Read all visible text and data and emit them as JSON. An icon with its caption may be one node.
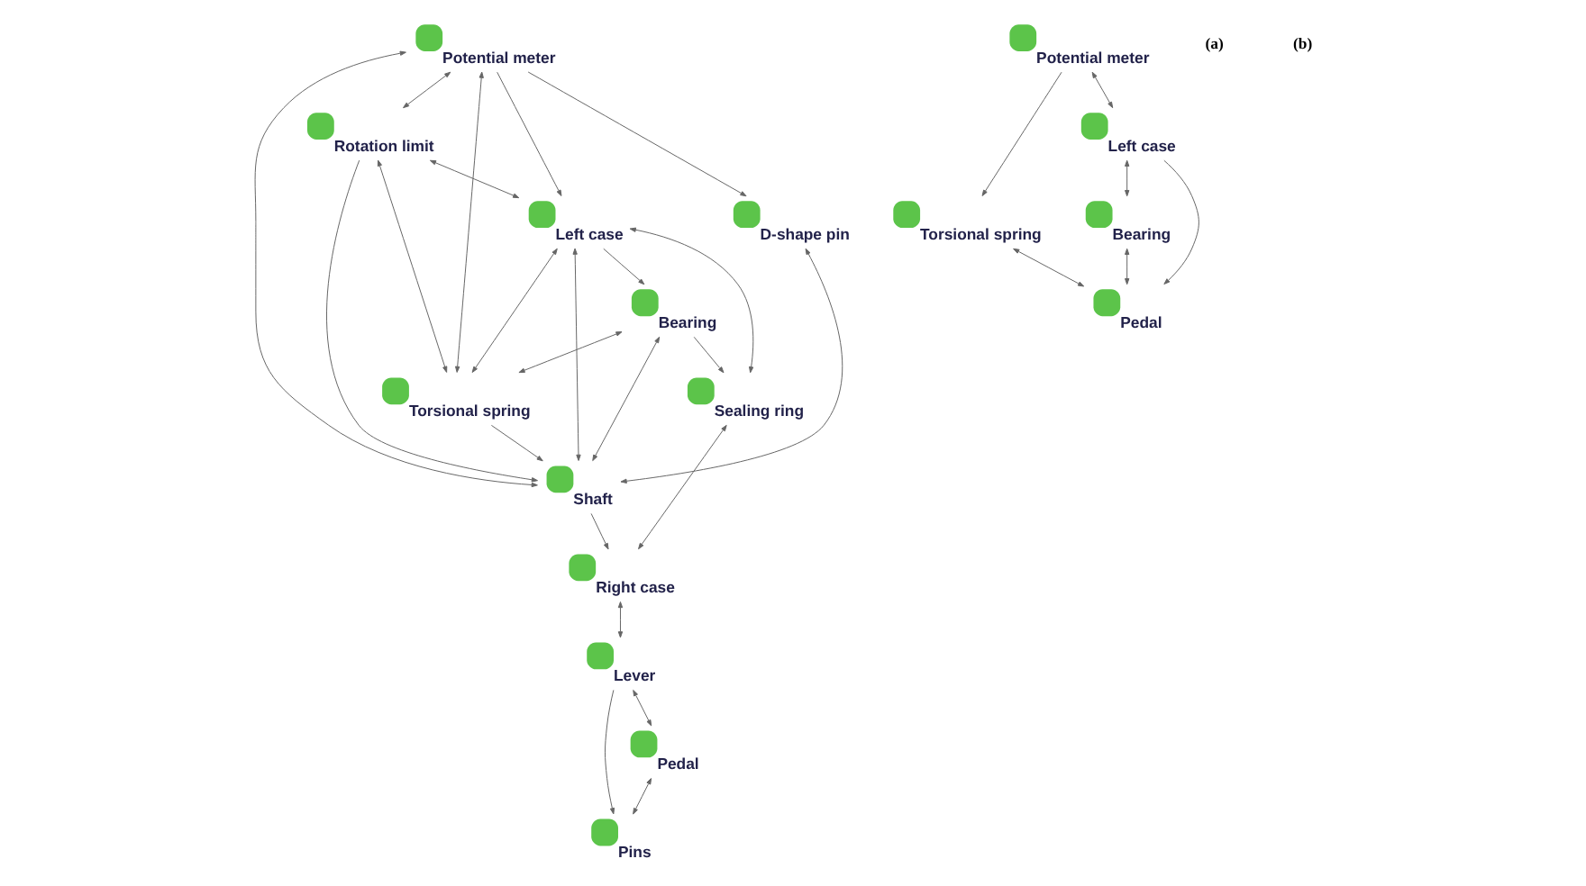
{
  "diagram": {
    "nodes": [
      {
        "text": [
          "Potential meter"
        ]
      },
      {
        "text": [
          "Rotation limit"
        ]
      },
      {
        "text": [
          "Left case"
        ]
      },
      {
        "text": [
          "Bearing"
        ]
      },
      {
        "text": [
          "D-shape pin"
        ]
      },
      {
        "text": [
          "Torsional spring"
        ]
      },
      {
        "text": [
          "Shaft"
        ]
      },
      {
        "text": [
          "Sealing ring"
        ]
      },
      {
        "text": [
          "Right case"
        ]
      },
      {
        "text": [
          "Lever"
        ]
      },
      {
        "text": [
          "Pedal"
        ]
      },
      {
        "text": [
          "Pins"
        ]
      },
      {
        "text": [
          "Potential meter"
        ]
      },
      {
        "text": [
          "Torsional spring"
        ]
      },
      {
        "text": [
          "Bearing"
        ]
      },
      {
        "text": [
          "Left case"
        ]
      },
      {
        "text": [
          "Pedal"
        ]
      }
    ],
    "edges": [
      {
        "from": 0,
        "to": 1,
        "arrow": "both"
      },
      {
        "from": 0,
        "to": 5,
        "arrow": "both"
      },
      {
        "from": 0,
        "to": 6,
        "arrow": "both"
      },
      {
        "from": 0,
        "to": 2,
        "arrow": "to"
      },
      {
        "from": 0,
        "to": 4,
        "arrow": "to"
      },
      {
        "from": 1,
        "to": 2,
        "arrow": "both"
      },
      {
        "from": 1,
        "to": 5,
        "arrow": "both"
      },
      {
        "from": 1,
        "to": 6,
        "arrow": "to"
      },
      {
        "from": 2,
        "to": 5,
        "arrow": "both"
      },
      {
        "from": 2,
        "to": 6,
        "arrow": "both"
      },
      {
        "from": 2,
        "to": 3,
        "arrow": "to"
      },
      {
        "from": 2,
        "to": 7,
        "arrow": "both"
      },
      {
        "from": 3,
        "to": 5,
        "arrow": "both"
      },
      {
        "from": 3,
        "to": 6,
        "arrow": "both"
      },
      {
        "from": 3,
        "to": 7,
        "arrow": "to"
      },
      {
        "from": 4,
        "to": 6,
        "arrow": "both"
      },
      {
        "from": 5,
        "to": 6,
        "arrow": "to"
      },
      {
        "from": 6,
        "to": 8,
        "arrow": "to"
      },
      {
        "from": 7,
        "to": 8,
        "arrow": "both"
      },
      {
        "from": 8,
        "to": 9,
        "arrow": "both"
      },
      {
        "from": 9,
        "to": 10,
        "arrow": "both"
      },
      {
        "from": 9,
        "to": 11,
        "arrow": "to"
      },
      {
        "from": 10,
        "to": 11,
        "arrow": "both"
      },
      {
        "from": 12,
        "to": 15,
        "arrow": "both"
      },
      {
        "from": 12,
        "to": 13,
        "arrow": "to"
      },
      {
        "from": 15,
        "to": 14,
        "arrow": "both"
      },
      {
        "from": 15,
        "to": 16,
        "arrow": "to"
      },
      {
        "from": 14,
        "to": 16,
        "arrow": "both"
      },
      {
        "from": 13,
        "to": 16,
        "arrow": "both"
      }
    ],
    "labels": [
      "(a)",
      "(b)"
    ]
  }
}
